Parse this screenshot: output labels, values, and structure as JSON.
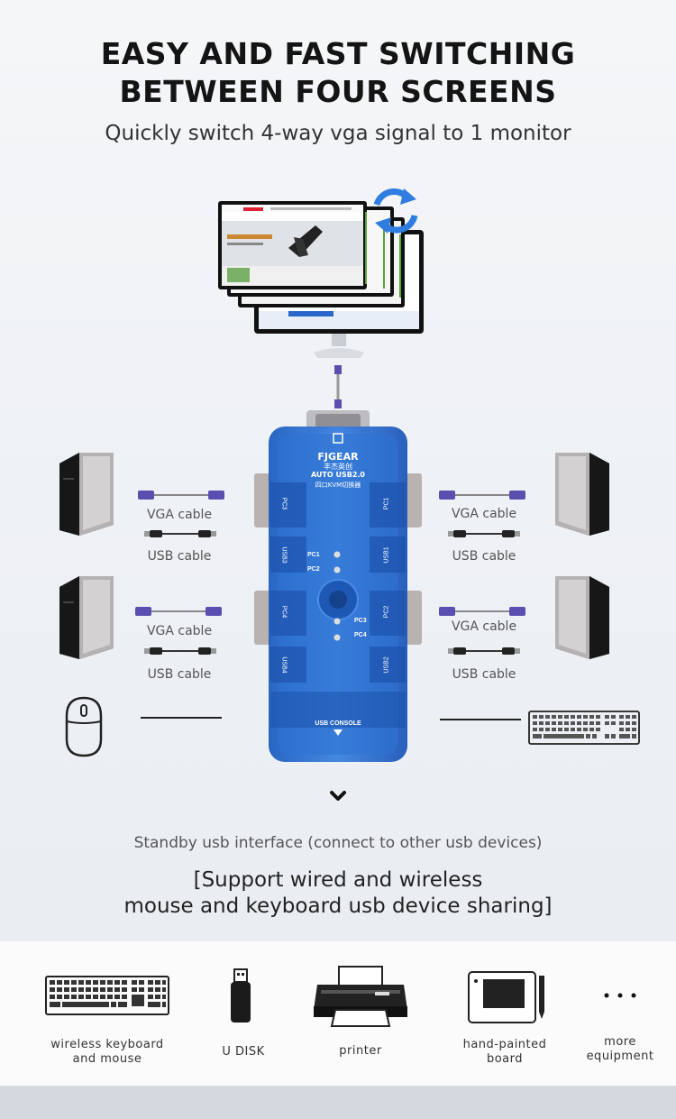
{
  "heading": {
    "line1": "EASY AND FAST SWITCHING",
    "line2": "BETWEEN FOUR SCREENS",
    "subtitle": "Quickly switch 4-way vga signal to 1 monitor"
  },
  "switch_box": {
    "brand": "FJGEAR",
    "brand_cn": "丰杰英创",
    "model": "AUTO USB2.0",
    "model_cn": "四口KVM切换器",
    "pc_leds": [
      "PC1",
      "PC2",
      "PC3",
      "PC4"
    ],
    "port_labels_left": [
      "PC3",
      "USB3",
      "PC4",
      "USB4"
    ],
    "port_labels_right": [
      "PC1",
      "USB1",
      "PC2",
      "USB2"
    ],
    "console": "USB CONSOLE"
  },
  "cables": {
    "vga": "VGA cable",
    "usb": "USB cable"
  },
  "notes": {
    "standby": "Standby usb interface (connect to other usb devices)",
    "support_line1": "[Support wired and wireless",
    "support_line2": "mouse and keyboard usb device sharing]"
  },
  "devices": [
    {
      "icon": "keyboard-icon",
      "label_1": "wireless keyboard",
      "label_2": "and mouse"
    },
    {
      "icon": "usb-disk-icon",
      "label_1": "U DISK",
      "label_2": ""
    },
    {
      "icon": "printer-icon",
      "label_1": "printer",
      "label_2": ""
    },
    {
      "icon": "drawing-tablet-icon",
      "label_1": "hand-painted",
      "label_2": "board"
    },
    {
      "icon": "more-icon",
      "label_1": "more",
      "label_2": "equipment"
    }
  ],
  "colors": {
    "switch_blue": "#2a67c8",
    "refresh_blue": "#2f7de0",
    "vga_connector": "#5a4fb0"
  }
}
